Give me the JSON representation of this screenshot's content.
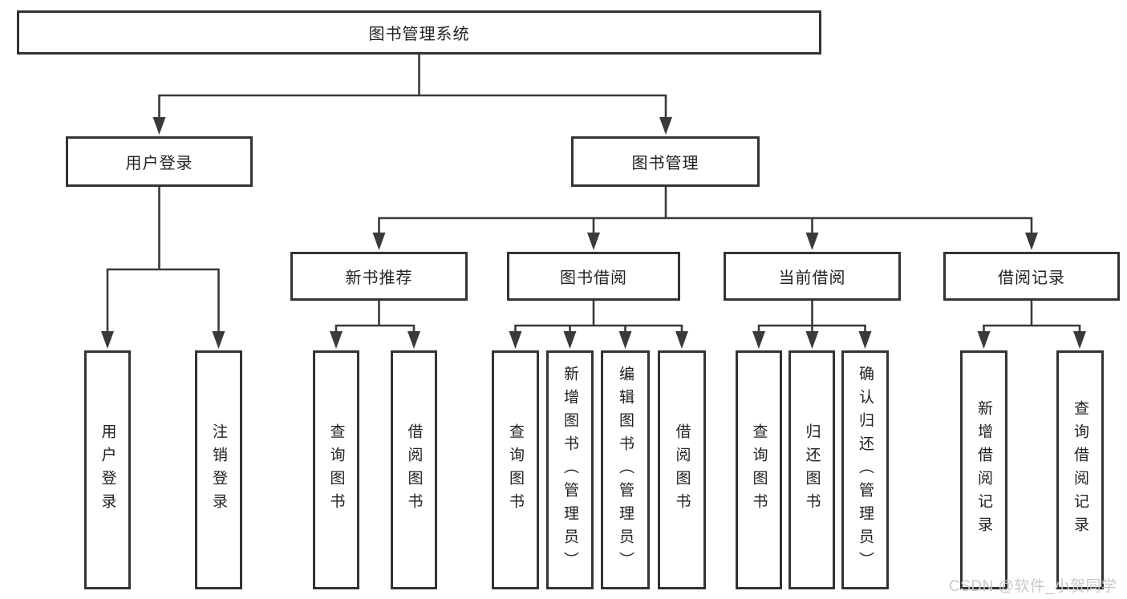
{
  "diagram_type": "feature-tree",
  "tree": {
    "root": {
      "label": "图书管理系统",
      "children": [
        {
          "label": "用户登录",
          "children": [
            {
              "label": "用户登录"
            },
            {
              "label": "注销登录"
            }
          ]
        },
        {
          "label": "图书管理",
          "children": [
            {
              "label": "新书推荐",
              "children": [
                {
                  "label": "查询图书"
                },
                {
                  "label": "借阅图书"
                }
              ]
            },
            {
              "label": "图书借阅",
              "children": [
                {
                  "label": "查询图书"
                },
                {
                  "label": "新增图书（管理员）"
                },
                {
                  "label": "编辑图书（管理员）"
                },
                {
                  "label": "借阅图书"
                }
              ]
            },
            {
              "label": "当前借阅",
              "children": [
                {
                  "label": "查询图书"
                },
                {
                  "label": "归还图书"
                },
                {
                  "label": "确认归还（管理员）"
                }
              ]
            },
            {
              "label": "借阅记录",
              "children": [
                {
                  "label": "新增借阅记录"
                },
                {
                  "label": "查询借阅记录"
                }
              ]
            }
          ]
        }
      ]
    }
  },
  "watermark": {
    "text": "CSDN @软件_小贺同学"
  },
  "colors": {
    "line": "#3a3a3a",
    "box_border": "#333333",
    "box_background": "#ffffff",
    "text": "#222222",
    "watermark": "#c8c8c8",
    "page_background": "#ffffff"
  }
}
